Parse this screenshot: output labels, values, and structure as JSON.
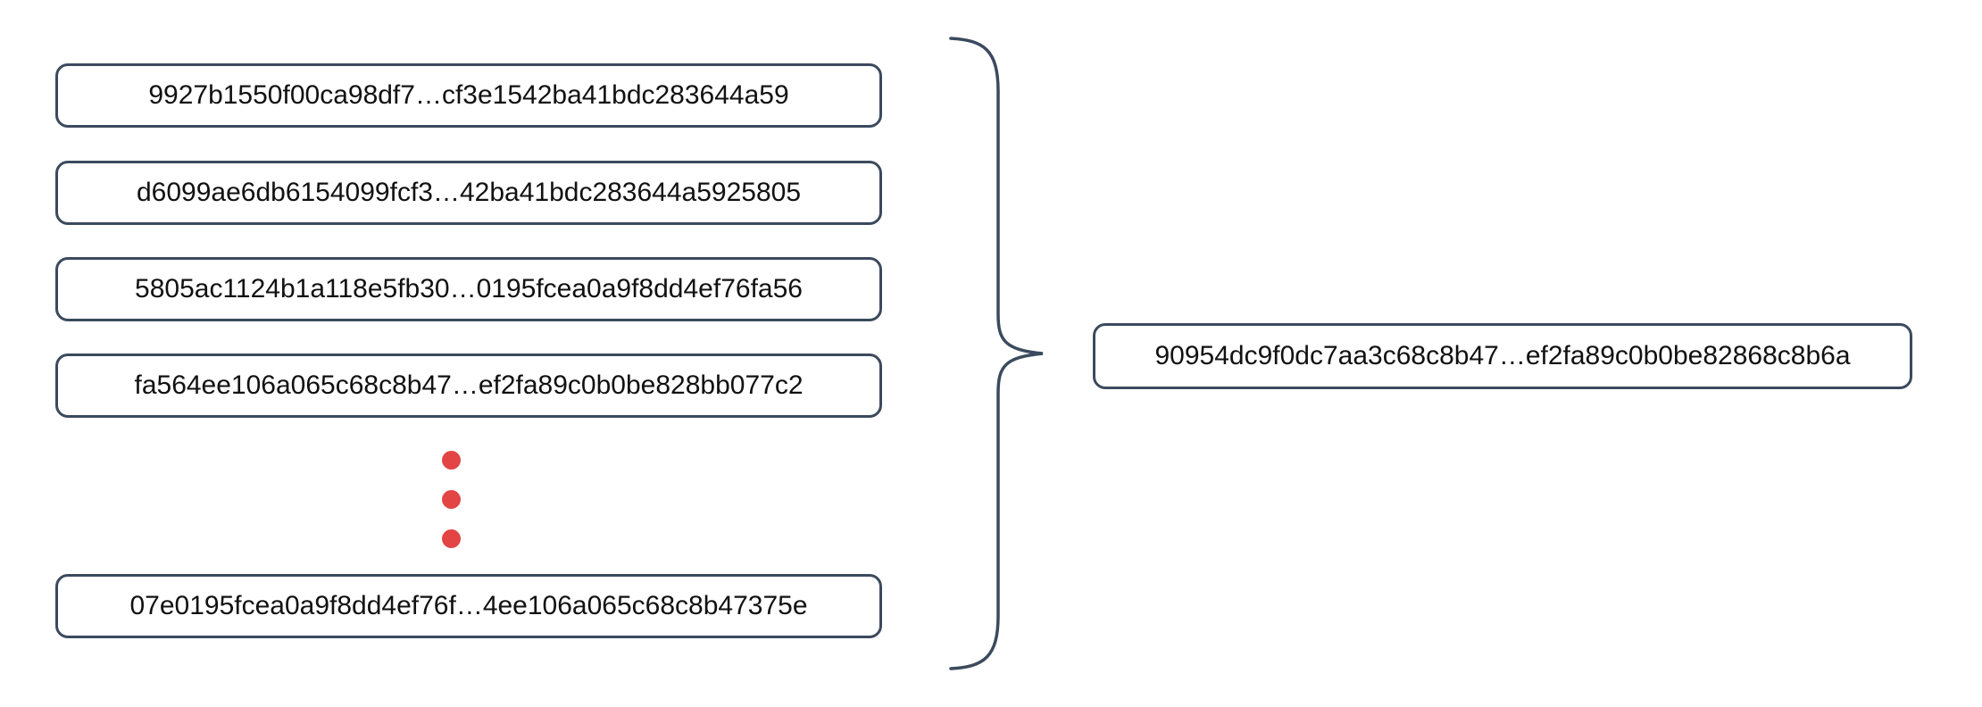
{
  "diagram": {
    "description": "hash-aggregation-diagram",
    "inputs": [
      "9927b1550f00ca98df7…cf3e1542ba41bdc283644a59",
      "d6099ae6db6154099fcf3…42ba41bdc283644a5925805",
      "5805ac1124b1a118e5fb30…0195fcea0a9f8dd4ef76fa56",
      "fa564ee106a065c68c8b47…ef2fa89c0b0be828bb077c2",
      "07e0195fcea0a9f8dd4ef76f…4ee106a065c68c8b47375e"
    ],
    "ellipsis_dot_count": 3,
    "output": "90954dc9f0dc7aa3c68c8b47…ef2fa89c0b0be82868c8b6a"
  },
  "colors": {
    "outline": "#3b4a5e",
    "ellipsis_dot": "#e34444",
    "text": "#111111",
    "background": "#ffffff"
  }
}
